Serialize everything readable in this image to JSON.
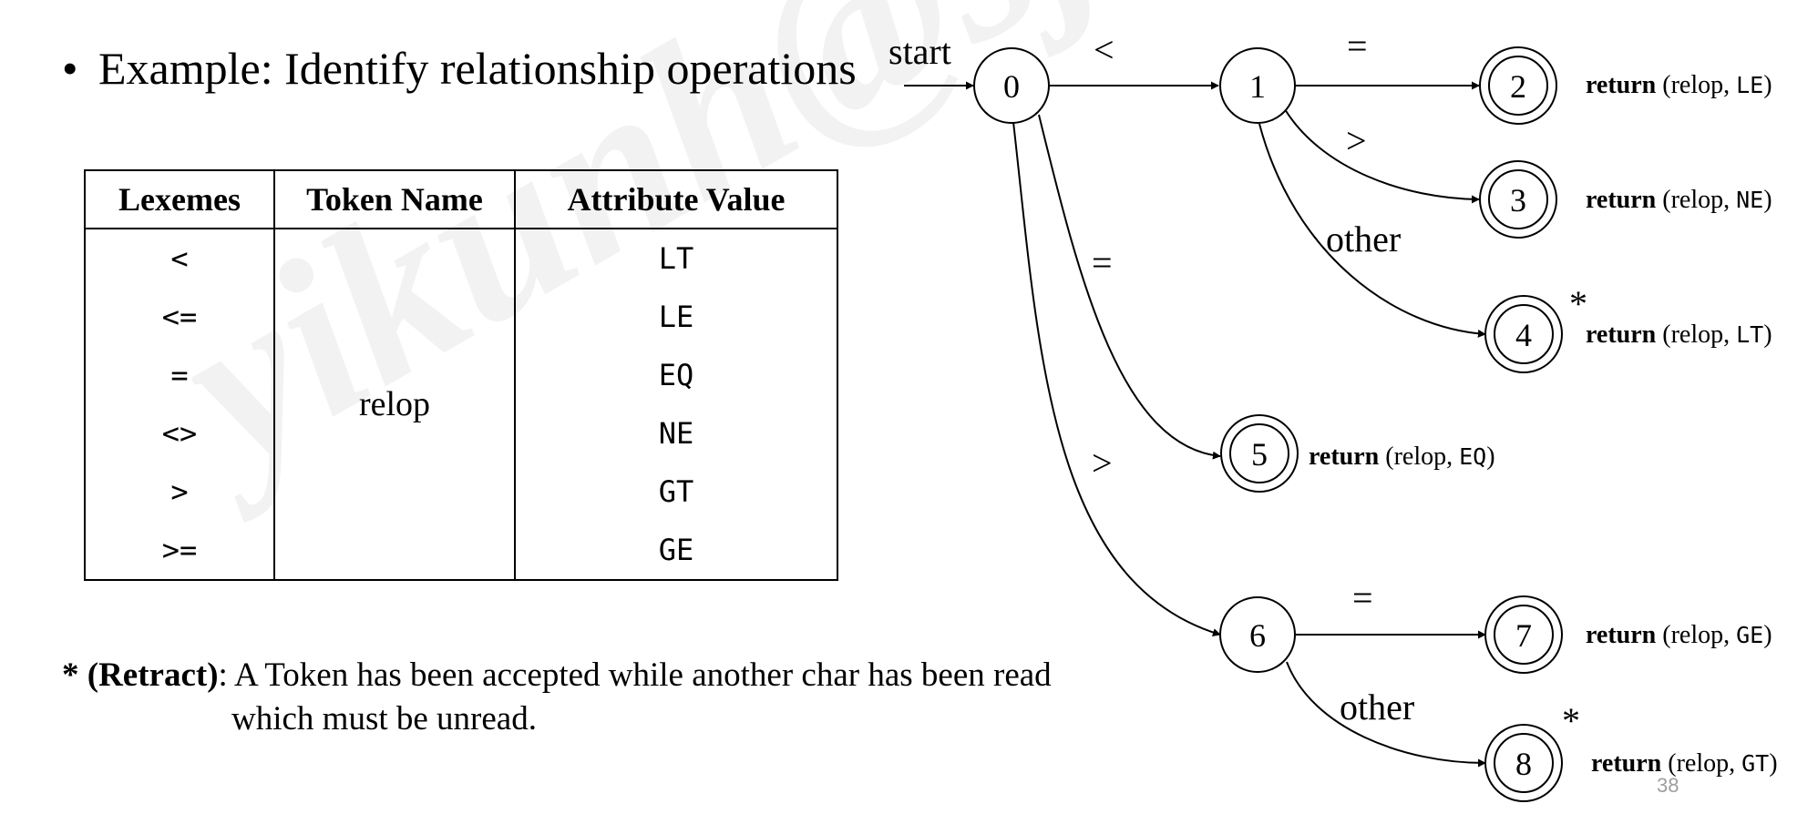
{
  "watermark": "yikunh@sjtu.edu.cn",
  "example": {
    "bullet": "•",
    "text": "Example: Identify relationship operations"
  },
  "table": {
    "headers": [
      "Lexemes",
      "Token Name",
      "Attribute Value"
    ],
    "token_name": "relop",
    "rows": [
      {
        "lexeme": "<",
        "attr": "LT"
      },
      {
        "lexeme": "<=",
        "attr": "LE"
      },
      {
        "lexeme": "=",
        "attr": "EQ"
      },
      {
        "lexeme": "<>",
        "attr": "NE"
      },
      {
        "lexeme": ">",
        "attr": "GT"
      },
      {
        "lexeme": ">=",
        "attr": "GE"
      }
    ]
  },
  "retract": {
    "star": "*",
    "label": "(Retract)",
    "line1": ": A Token has been accepted while another char has been read",
    "line2": "which must be unread."
  },
  "diagram": {
    "start_label": "start",
    "states": [
      {
        "id": "0",
        "accepting": false
      },
      {
        "id": "1",
        "accepting": false
      },
      {
        "id": "2",
        "accepting": true
      },
      {
        "id": "3",
        "accepting": true
      },
      {
        "id": "4",
        "accepting": true,
        "retract": "*"
      },
      {
        "id": "5",
        "accepting": true
      },
      {
        "id": "6",
        "accepting": false
      },
      {
        "id": "7",
        "accepting": true
      },
      {
        "id": "8",
        "accepting": true,
        "retract": "*"
      }
    ],
    "edges": [
      {
        "from": "0",
        "to": "1",
        "label": "<"
      },
      {
        "from": "1",
        "to": "2",
        "label": "="
      },
      {
        "from": "1",
        "to": "3",
        "label": ">"
      },
      {
        "from": "1",
        "to": "4",
        "label": "other"
      },
      {
        "from": "0",
        "to": "5",
        "label": "="
      },
      {
        "from": "0",
        "to": "6",
        "label": ">"
      },
      {
        "from": "6",
        "to": "7",
        "label": "="
      },
      {
        "from": "6",
        "to": "8",
        "label": "other"
      }
    ],
    "returns": [
      {
        "state": "2",
        "keyword": "return",
        "text": " (relop, ",
        "code": "LE",
        "close": ")"
      },
      {
        "state": "3",
        "keyword": "return",
        "text": " (relop, ",
        "code": "NE",
        "close": ")"
      },
      {
        "state": "4",
        "keyword": "return",
        "text": " (relop, ",
        "code": "LT",
        "close": ")"
      },
      {
        "state": "5",
        "keyword": "return",
        "text": " (relop, ",
        "code": "EQ",
        "close": ")"
      },
      {
        "state": "7",
        "keyword": "return",
        "text": " (relop, ",
        "code": "GE",
        "close": ")"
      },
      {
        "state": "8",
        "keyword": "return",
        "text": " (relop, ",
        "code": "GT",
        "close": ")"
      }
    ]
  },
  "page_number": "38"
}
